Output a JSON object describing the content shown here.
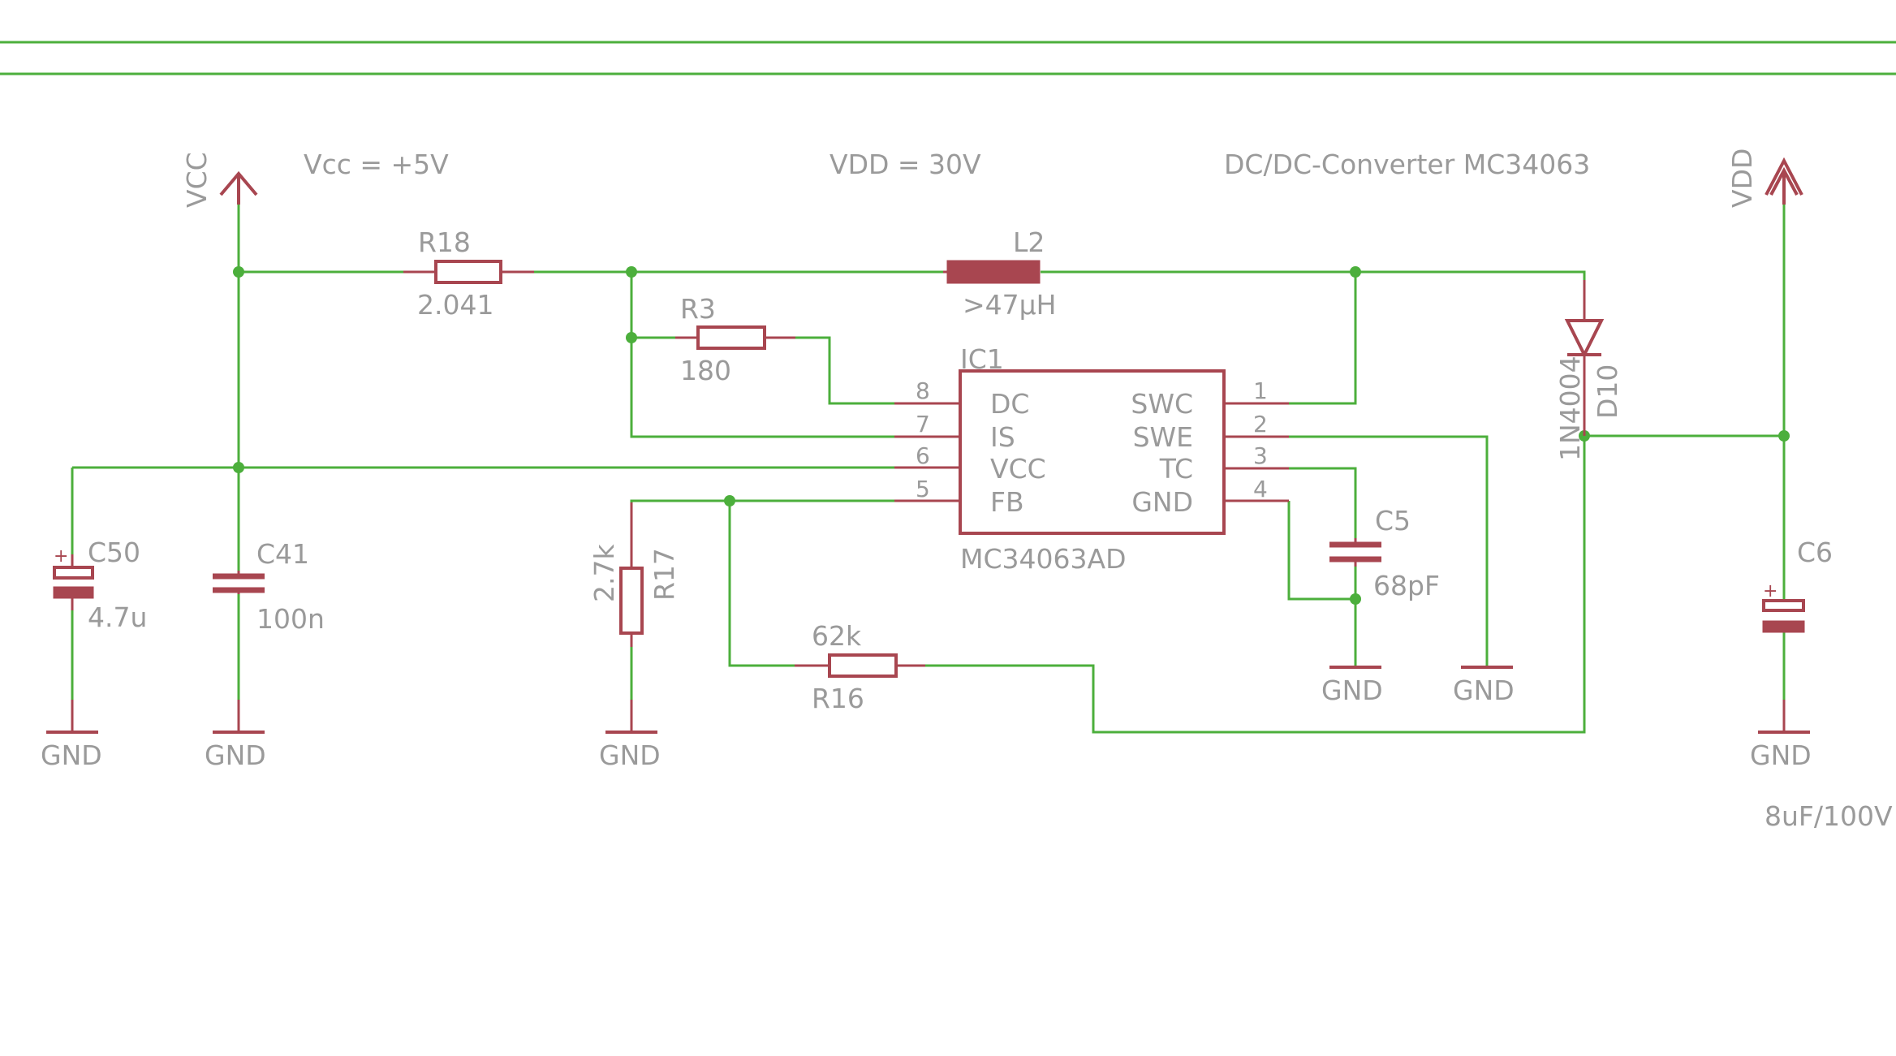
{
  "annotations": {
    "vcc_note": "Vcc = +5V",
    "vdd_note": "VDD = 30V",
    "title_note": "DC/DC-Converter MC34063",
    "c6_rating": "8uF/100V"
  },
  "supplies": {
    "vcc": "VCC",
    "vdd": "VDD",
    "gnd": "GND"
  },
  "components": {
    "r18": {
      "name": "R18",
      "value": "2.041"
    },
    "l2": {
      "name": "L2",
      "value": ">47µH"
    },
    "r3": {
      "name": "R3",
      "value": "180"
    },
    "r17": {
      "name": "R17",
      "value": "2.7k"
    },
    "r16": {
      "name": "R16",
      "value": "62k"
    },
    "c50": {
      "name": "C50",
      "value": "4.7u",
      "polarity": "+"
    },
    "c41": {
      "name": "C41",
      "value": "100n"
    },
    "c5": {
      "name": "C5",
      "value": "68pF"
    },
    "c6": {
      "name": "C6",
      "polarity": "+"
    },
    "d10": {
      "name": "D10",
      "value": "1N4004"
    },
    "ic1": {
      "name": "IC1",
      "part": "MC34063AD",
      "left_pins": [
        {
          "num": "8",
          "label": "DC"
        },
        {
          "num": "7",
          "label": "IS"
        },
        {
          "num": "6",
          "label": "VCC"
        },
        {
          "num": "5",
          "label": "FB"
        }
      ],
      "right_pins": [
        {
          "num": "1",
          "label": "SWC"
        },
        {
          "num": "2",
          "label": "SWE"
        },
        {
          "num": "3",
          "label": "TC"
        },
        {
          "num": "4",
          "label": "GND"
        }
      ]
    }
  },
  "colors": {
    "wire": "#4caf3c",
    "component": "#a84650",
    "text": "#9a9a9a",
    "background": "#ffffff"
  }
}
